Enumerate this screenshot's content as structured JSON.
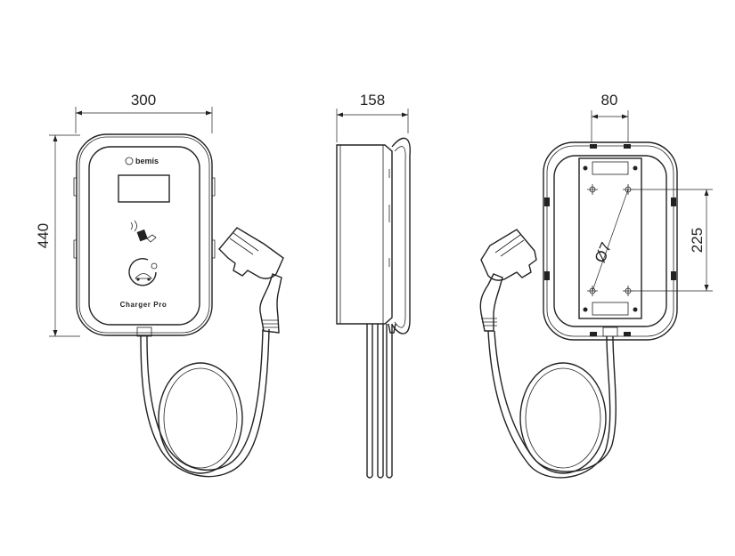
{
  "dimensions": {
    "front_width": "300",
    "front_height": "440",
    "side_depth": "158",
    "back_bracket_width": "80",
    "back_hole_spacing": "225",
    "hole_diameter": "Ø7"
  },
  "front_panel": {
    "brand": "bemis",
    "model": "Charger Pro"
  }
}
